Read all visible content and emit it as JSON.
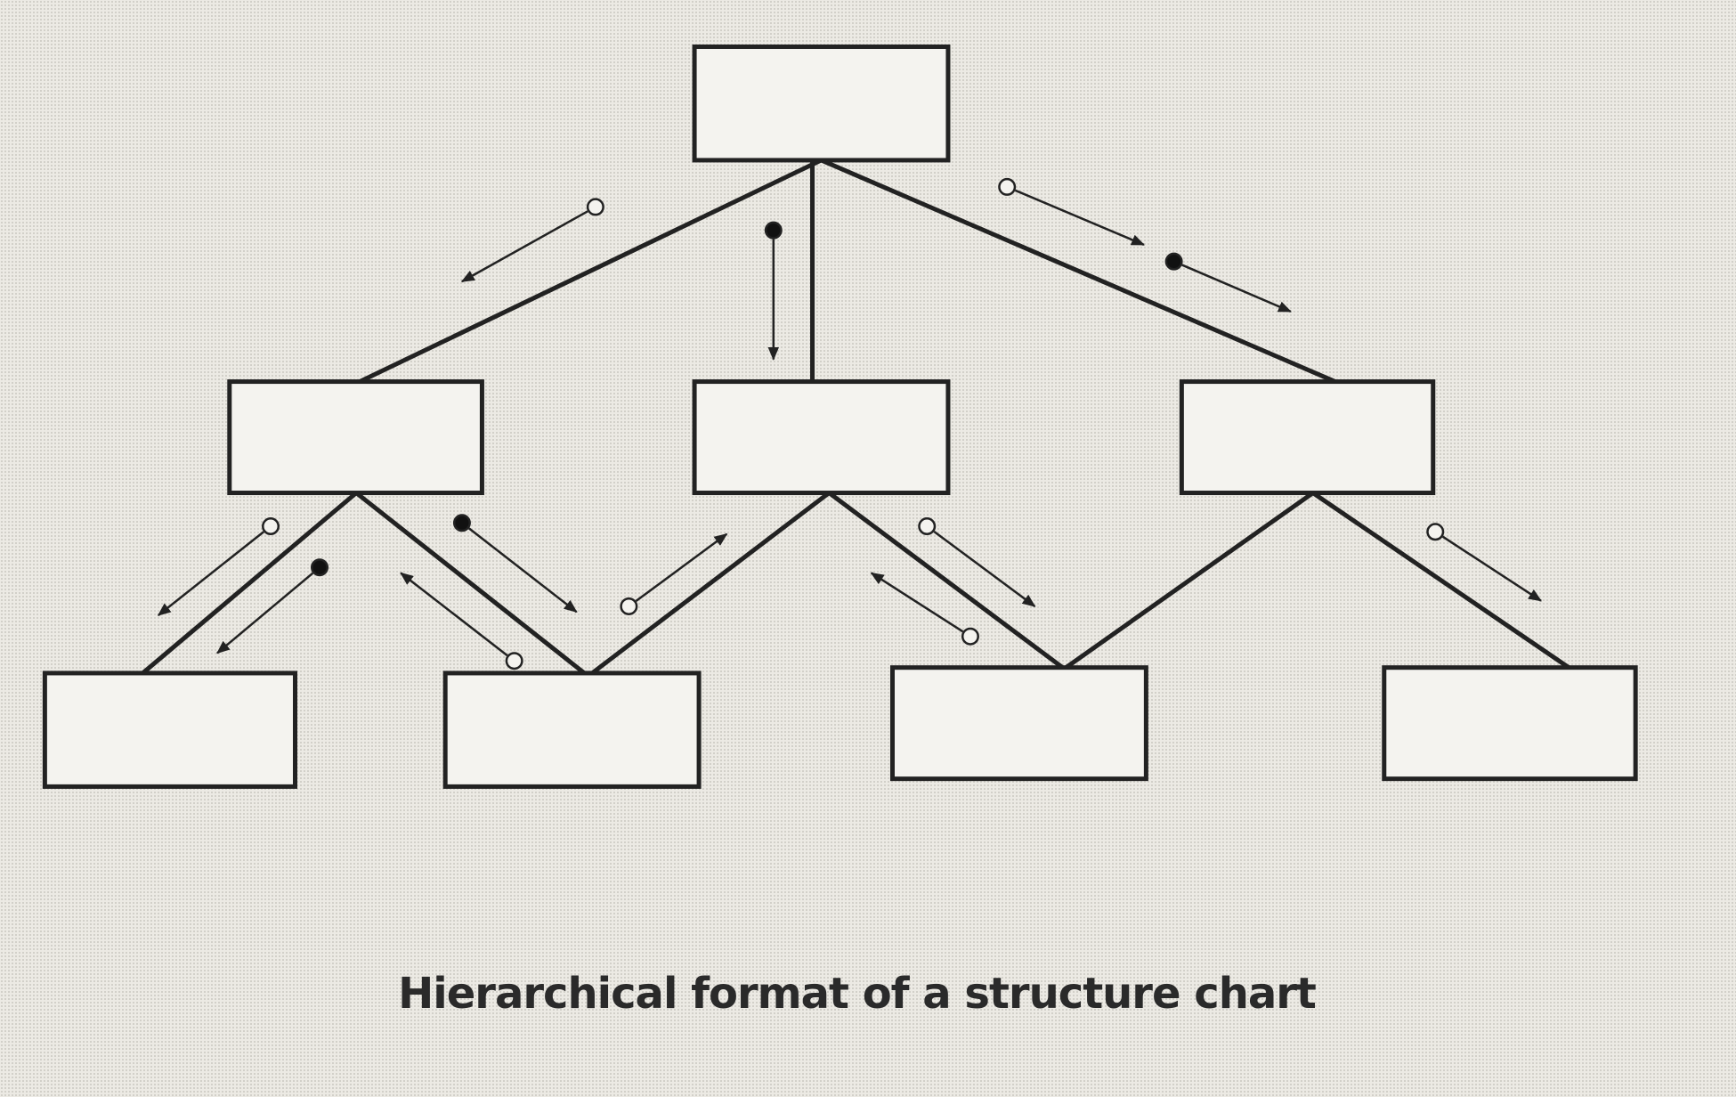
{
  "caption": "Hierarchical format of a structure chart",
  "modules": [
    {
      "id": "top",
      "level": 0
    },
    {
      "id": "mid-left",
      "level": 1
    },
    {
      "id": "mid-center",
      "level": 1
    },
    {
      "id": "mid-right",
      "level": 1
    },
    {
      "id": "bottom-1",
      "level": 2
    },
    {
      "id": "bottom-2",
      "level": 2
    },
    {
      "id": "bottom-3",
      "level": 2
    },
    {
      "id": "bottom-4",
      "level": 2
    }
  ],
  "connections": [
    {
      "from": "top",
      "to": "mid-left"
    },
    {
      "from": "top",
      "to": "mid-center"
    },
    {
      "from": "top",
      "to": "mid-right"
    },
    {
      "from": "mid-left",
      "to": "bottom-1"
    },
    {
      "from": "mid-left",
      "to": "bottom-2"
    },
    {
      "from": "mid-center",
      "to": "bottom-2"
    },
    {
      "from": "mid-center",
      "to": "bottom-3"
    },
    {
      "from": "mid-right",
      "to": "bottom-3"
    },
    {
      "from": "mid-right",
      "to": "bottom-4"
    }
  ],
  "couples": [
    {
      "type": "data",
      "direction": "down"
    },
    {
      "type": "control",
      "direction": "down"
    },
    {
      "type": "data",
      "direction": "down"
    },
    {
      "type": "control",
      "direction": "down"
    },
    {
      "type": "data",
      "direction": "down"
    },
    {
      "type": "control",
      "direction": "down"
    },
    {
      "type": "data",
      "direction": "up"
    },
    {
      "type": "control",
      "direction": "down"
    },
    {
      "type": "data",
      "direction": "up"
    },
    {
      "type": "data",
      "direction": "down"
    },
    {
      "type": "data",
      "direction": "up"
    },
    {
      "type": "data",
      "direction": "down"
    }
  ],
  "colors": {
    "line": "#222222",
    "background": "#eceae4"
  }
}
